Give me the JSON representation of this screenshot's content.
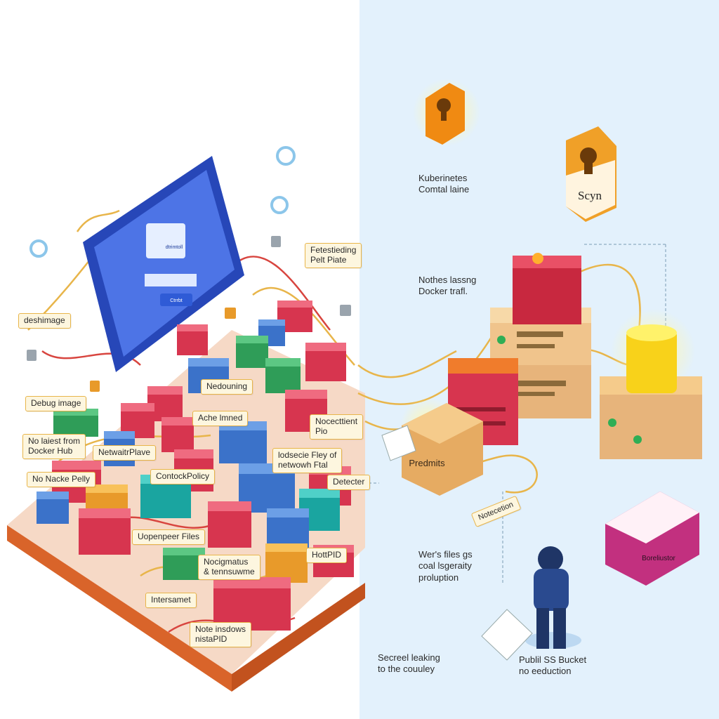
{
  "left_labels": {
    "fetching": [
      "Fetestieding",
      "Pelt Piate"
    ],
    "deshimage": "deshimage",
    "debug_image": "Debug image",
    "no_latest": [
      "No laiest from",
      "Docker Hub"
    ],
    "no_nacke": "No Nacke Pelly",
    "networkplave": "NetwaitrPlave",
    "nedouning": "Nedouning",
    "ache_lmned": "Ache lmned",
    "nocrient": [
      "Nocecttient",
      "Pio"
    ],
    "contock": "ContockPolicy",
    "fley": [
      "lodsecie Fley of",
      "netwowh Ftal"
    ],
    "detect": "Detecter",
    "uopenpeer": "Uopenpeer Files",
    "nocigmatus": [
      "Nocigmatus",
      "& tennsuwme"
    ],
    "hotpid": "HottPID",
    "intersamet": "Intersamet",
    "note_insdows": [
      "Note insdows",
      "nistaPID"
    ]
  },
  "right_labels": {
    "k8s": [
      "Kuberinetes",
      "Comtal laine"
    ],
    "nothes": [
      "Nothes lassng",
      "Docker trafl."
    ],
    "wers": [
      "Wer's files gs",
      "coal lsgeraity",
      "proluption"
    ],
    "secreel": [
      "Secreel leaking",
      "to the couuley"
    ],
    "public": [
      "Publil SS Bucket",
      "no eeduction"
    ],
    "notecetion": "Notecetion",
    "scyn": "Scyn",
    "crate": "Predmits",
    "box": "Boreliustor"
  },
  "screen": {
    "login_label": "dtrimtoll",
    "button_label": "Ctrrbt"
  }
}
